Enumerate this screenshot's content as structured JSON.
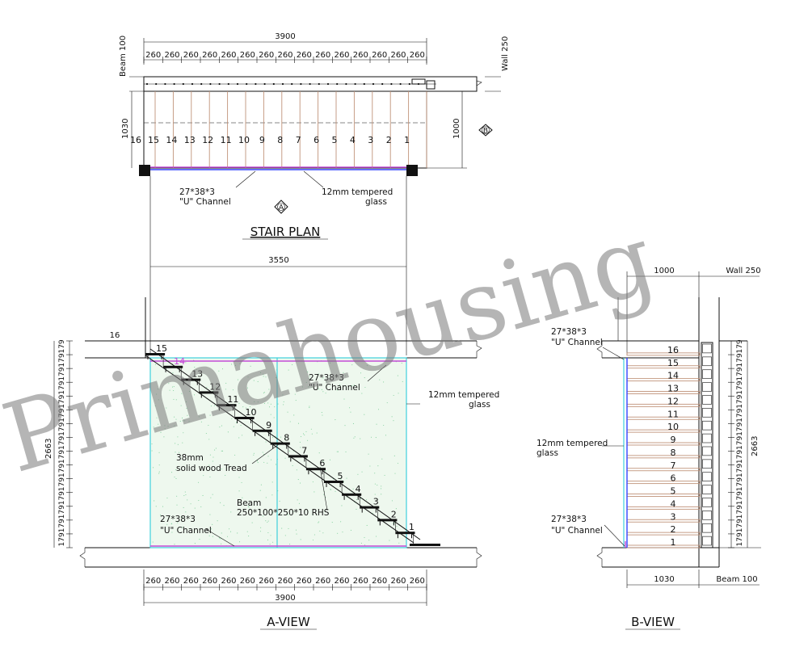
{
  "plan": {
    "title": "STAIR PLAN",
    "total_width": "3900",
    "tread_dim": "260",
    "beam_label": "Beam 100",
    "wall_label": "Wall 250",
    "depth_left": "1030",
    "depth_right": "1000",
    "steps": [
      "16",
      "15",
      "14",
      "13",
      "12",
      "11",
      "10",
      "9",
      "8",
      "7",
      "6",
      "5",
      "4",
      "3",
      "2",
      "1"
    ],
    "marker_a": "A",
    "marker_b": "B",
    "u_channel_1": "27*38*3",
    "u_channel_2": "\"U\" Channel",
    "glass_1": "12mm tempered",
    "glass_2": "glass",
    "overall_3550": "3550"
  },
  "aview": {
    "title": "A-VIEW",
    "top_dim": "16",
    "height": "2663",
    "riser": "179",
    "steps": [
      "15",
      "14",
      "13",
      "12",
      "11",
      "10",
      "9",
      "8",
      "7",
      "6",
      "5",
      "4",
      "3",
      "2",
      "1"
    ],
    "u_channel_top_1": "27*38*3",
    "u_channel_top_2": "\"U\" Channel",
    "glass_1": "12mm tempered",
    "glass_2": "glass",
    "tread_1": "38mm",
    "tread_2": "solid wood Tread",
    "beam_1": "Beam",
    "beam_2": "250*100*250*10 RHS",
    "u_channel_bot_1": "27*38*3",
    "u_channel_bot_2": "\"U\" Channel",
    "bottom_tread": "260",
    "bottom_total": "3900"
  },
  "bview": {
    "title": "B-VIEW",
    "width_top": "1000",
    "wall": "Wall 250",
    "u_channel_top_1": "27*38*3",
    "u_channel_top_2": "\"U\" Channel",
    "glass_1": "12mm tempered",
    "glass_2": "glass",
    "u_channel_bot_1": "27*38*3",
    "u_channel_bot_2": "\"U\" Channel",
    "steps": [
      "16",
      "15",
      "14",
      "13",
      "12",
      "11",
      "10",
      "9",
      "8",
      "7",
      "6",
      "5",
      "4",
      "3",
      "2",
      "1"
    ],
    "height": "2663",
    "riser": "179",
    "bottom_width": "1030",
    "beam": "Beam 100"
  },
  "watermark": "Primahousing"
}
